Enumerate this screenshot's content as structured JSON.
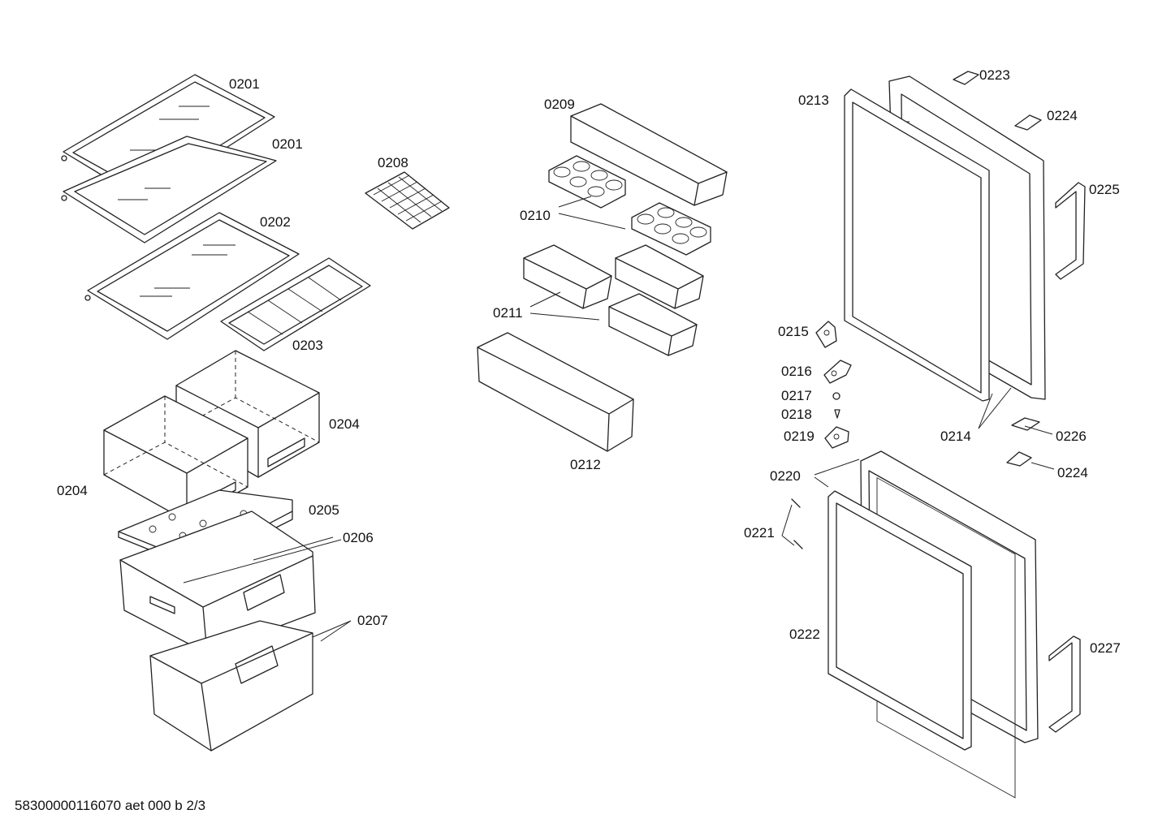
{
  "diagram": {
    "labels": [
      {
        "id": "l0201a",
        "text": "0201"
      },
      {
        "id": "l0201b",
        "text": "0201"
      },
      {
        "id": "l0202",
        "text": "0202"
      },
      {
        "id": "l0203",
        "text": "0203"
      },
      {
        "id": "l0204a",
        "text": "0204"
      },
      {
        "id": "l0204b",
        "text": "0204"
      },
      {
        "id": "l0205",
        "text": "0205"
      },
      {
        "id": "l0206",
        "text": "0206"
      },
      {
        "id": "l0207",
        "text": "0207"
      },
      {
        "id": "l0208",
        "text": "0208"
      },
      {
        "id": "l0209",
        "text": "0209"
      },
      {
        "id": "l0210",
        "text": "0210"
      },
      {
        "id": "l0211",
        "text": "0211"
      },
      {
        "id": "l0212",
        "text": "0212"
      },
      {
        "id": "l0213",
        "text": "0213"
      },
      {
        "id": "l0214",
        "text": "0214"
      },
      {
        "id": "l0215",
        "text": "0215"
      },
      {
        "id": "l0216",
        "text": "0216"
      },
      {
        "id": "l0217",
        "text": "0217"
      },
      {
        "id": "l0218",
        "text": "0218"
      },
      {
        "id": "l0219",
        "text": "0219"
      },
      {
        "id": "l0220",
        "text": "0220"
      },
      {
        "id": "l0221",
        "text": "0221"
      },
      {
        "id": "l0222",
        "text": "0222"
      },
      {
        "id": "l0223",
        "text": "0223"
      },
      {
        "id": "l0224a",
        "text": "0224"
      },
      {
        "id": "l0224b",
        "text": "0224"
      },
      {
        "id": "l0225",
        "text": "0225"
      },
      {
        "id": "l0226",
        "text": "0226"
      },
      {
        "id": "l0227",
        "text": "0227"
      }
    ],
    "footer": "58300000116070 aet 000 b 2/3"
  }
}
